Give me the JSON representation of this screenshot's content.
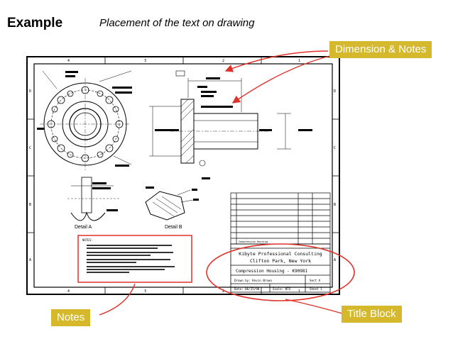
{
  "slide": {
    "title": "Example",
    "subtitle": "Placement of the text on drawing"
  },
  "callouts": {
    "dimension_notes": "Dimension & Notes",
    "notes": "Notes",
    "title_block": "Title Block"
  },
  "colors": {
    "callout_bg": "#d5b82c",
    "arrow": "#e0312a"
  },
  "drawing": {
    "zone_numbers_top": [
      "4",
      "3",
      "2",
      "1"
    ],
    "zone_numbers_bottom": [
      "4",
      "3",
      "2",
      "1"
    ],
    "zone_letters_left": [
      "D",
      "C",
      "B",
      "A"
    ],
    "zone_letters_right": [
      "D",
      "C",
      "B",
      "A"
    ],
    "detail_a_label": "Detail A",
    "detail_b_label": "Detail B",
    "notes_heading": "NOTES:",
    "title_block": {
      "company": "Kibyte Professional Consulting",
      "location": "Clifton Park, New York",
      "part_name": "Compression Housing - K90981",
      "drawn_by": "Drawn by: Kevin Brown",
      "sect": "Sect A",
      "date": "Date: 06/25/98",
      "scale": "Scale: NTS",
      "sheet": "Sheet 1",
      "parts_list_row": "Compression Housing"
    }
  }
}
